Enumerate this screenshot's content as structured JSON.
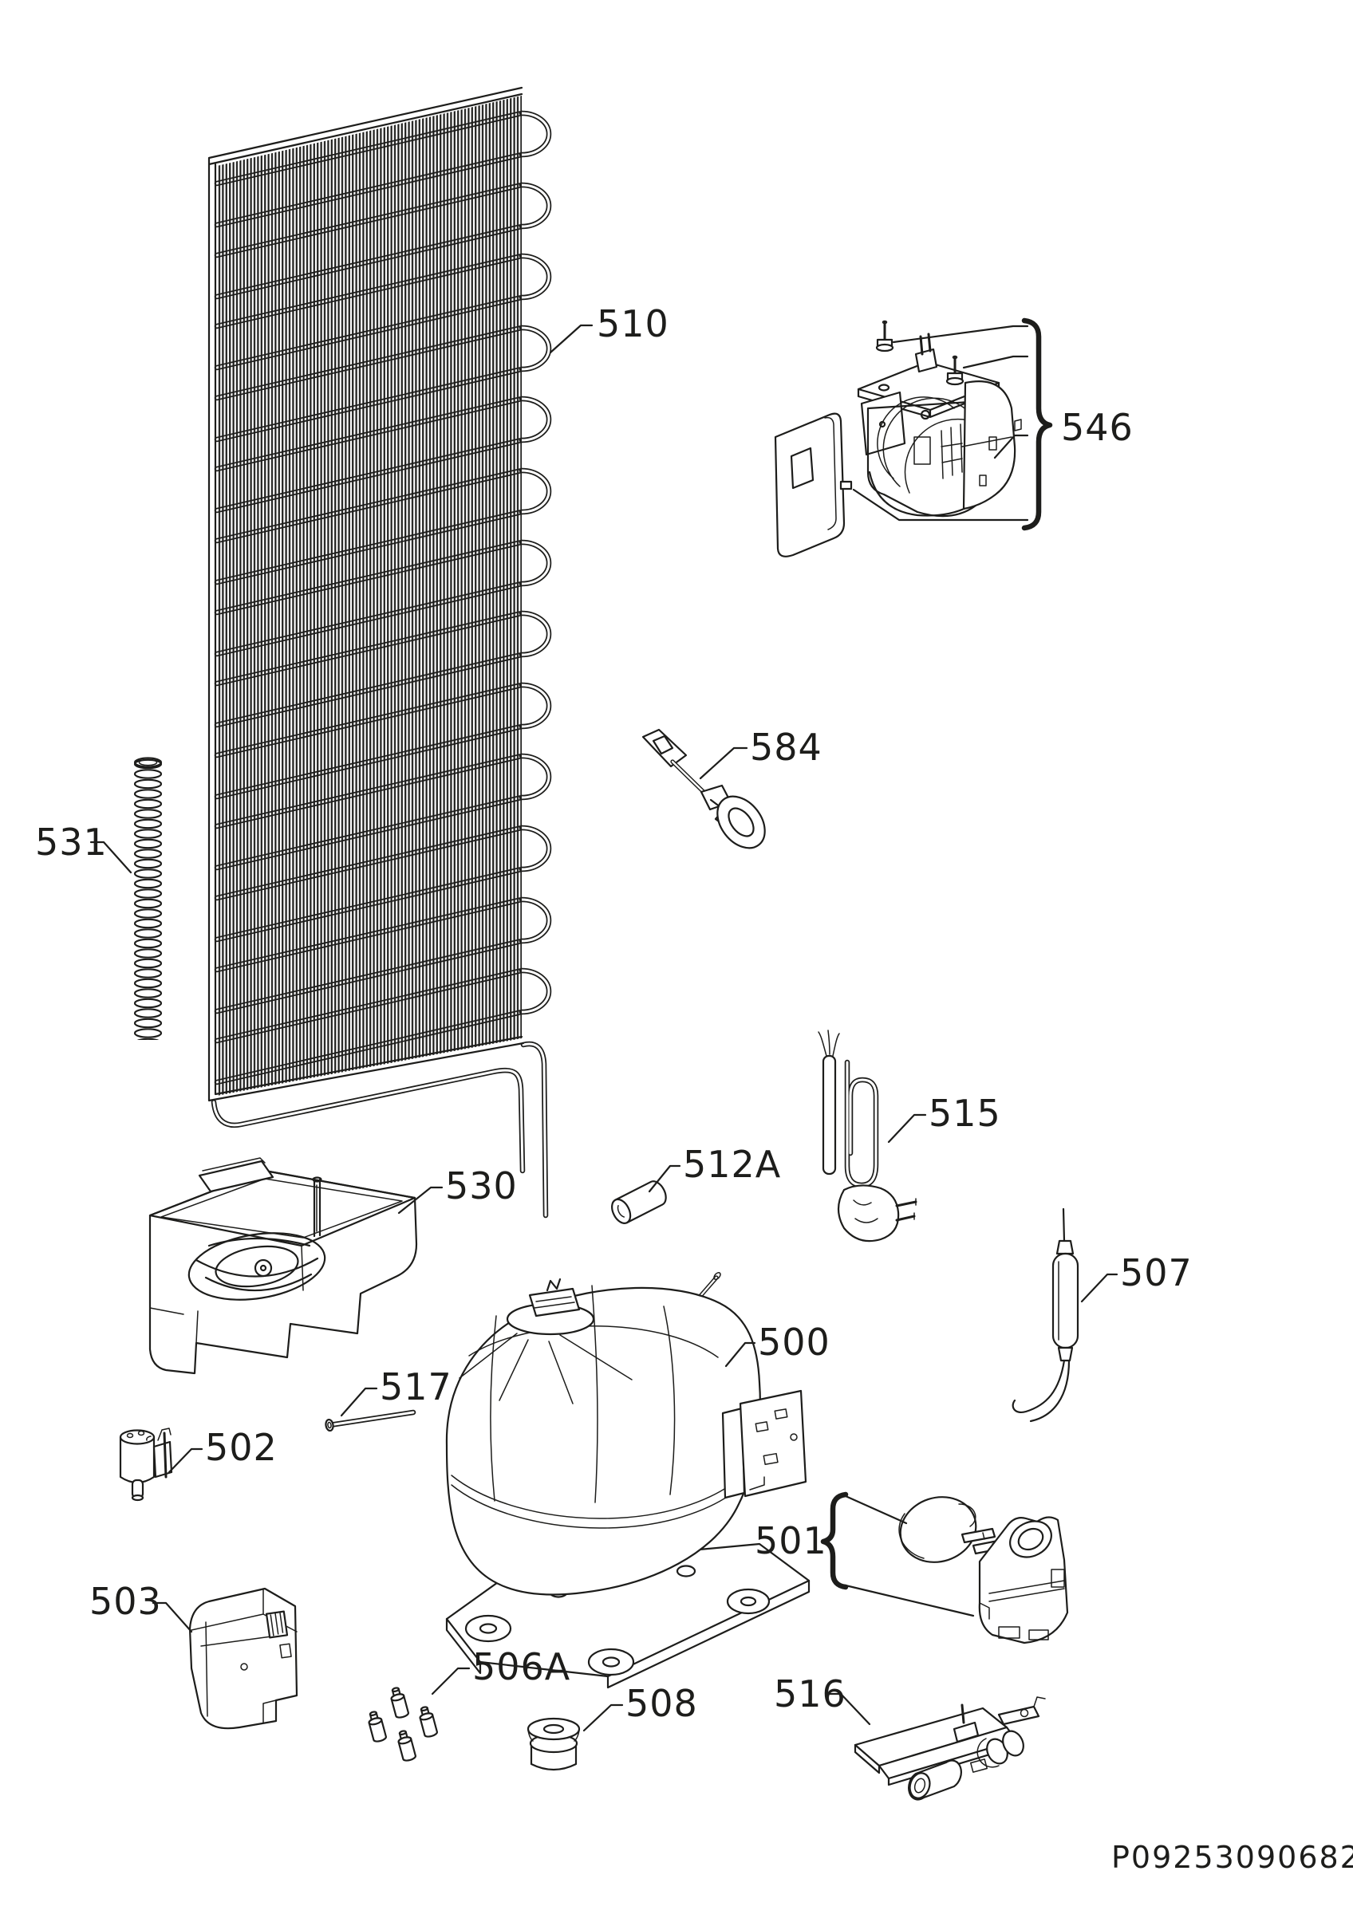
{
  "colors": {
    "ink": "#1d1d1b",
    "paper": "#ffffff"
  },
  "doc_number": "P09253090682",
  "callouts": {
    "c510": {
      "text": "510"
    },
    "c546": {
      "text": "546"
    },
    "c531": {
      "text": "531"
    },
    "c584": {
      "text": "584"
    },
    "c530": {
      "text": "530"
    },
    "c512A": {
      "text": "512A"
    },
    "c515": {
      "text": "515"
    },
    "c507": {
      "text": "507"
    },
    "c500": {
      "text": "500"
    },
    "c501": {
      "text": "501"
    },
    "c517": {
      "text": "517"
    },
    "c502": {
      "text": "502"
    },
    "c503": {
      "text": "503"
    },
    "c506A": {
      "text": "506A"
    },
    "c508": {
      "text": "508"
    },
    "c516": {
      "text": "516"
    }
  }
}
